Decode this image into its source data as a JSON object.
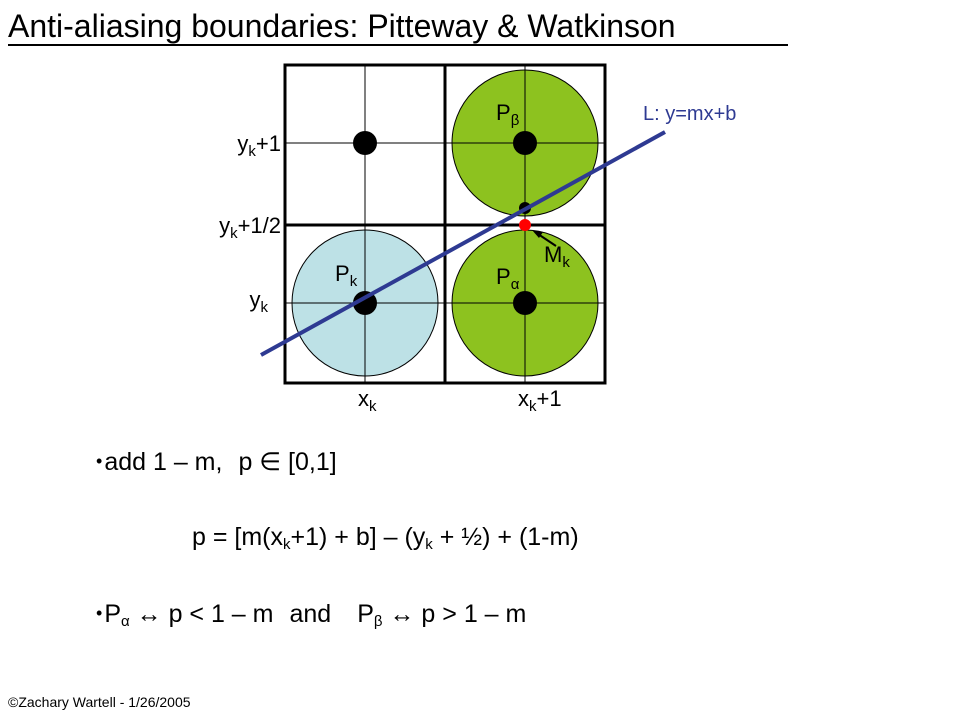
{
  "title": "Anti-aliasing boundaries: Pitteway & Watkinson",
  "colors": {
    "pk_circle": "#bde1e6",
    "green_circle": "#8dc21f",
    "line": "#2e3a92",
    "midpoint": "#ff0000"
  },
  "diagram": {
    "y_labels": [
      {
        "base": "y",
        "sub": "k",
        "suffix": "+1"
      },
      {
        "base": "y",
        "sub": "k",
        "suffix": "+1/2"
      },
      {
        "base": "y",
        "sub": "k",
        "suffix": ""
      }
    ],
    "x_labels": [
      {
        "base": "x",
        "sub": "k",
        "suffix": ""
      },
      {
        "base": "x",
        "sub": "k",
        "suffix": "+1"
      }
    ],
    "pixel_labels": {
      "p_beta": {
        "base": "P",
        "sub": "β"
      },
      "p_k": {
        "base": "P",
        "sub": "k"
      },
      "p_alpha": {
        "base": "P",
        "sub": "α"
      },
      "m_k": {
        "base": "M",
        "sub": "k"
      }
    },
    "line_label": "L: y=mx+b"
  },
  "text": {
    "row1": {
      "bullet": "•",
      "main": "add 1 – m,",
      "cond": "p ∈ [0,1]"
    },
    "row2": {
      "p1": "p = [m(x",
      "sub1": "k",
      "p2": "+1) + b] – (y",
      "sub2": "k",
      "p3": " + ½) + (1-m)"
    },
    "row3": {
      "bullet": "•",
      "pa": "P",
      "pa_sub": "α",
      "rel1": " ↔ p < 1 – m",
      "and": "and",
      "pb": "P",
      "pb_sub": "β",
      "rel2": " ↔ p > 1 – m"
    }
  },
  "footer": "©Zachary Wartell - 1/26/2005"
}
